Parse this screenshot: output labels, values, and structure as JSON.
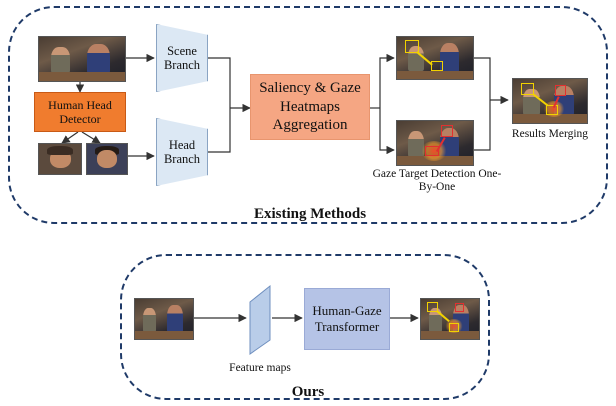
{
  "existing": {
    "title": "Existing Methods",
    "head_detector": "Human Head Detector",
    "scene_branch": "Scene Branch",
    "head_branch": "Head Branch",
    "aggregation": "Saliency & Gaze Heatmaps Aggregation",
    "detection_caption": "Gaze Target Detection One-By-One",
    "merging_caption": "Results Merging"
  },
  "ours": {
    "title": "Ours",
    "transformer": "Human-Gaze Transformer",
    "feature_maps": "Feature maps"
  },
  "colors": {
    "frame": "#1f3a68",
    "detector": "#f07c2e",
    "aggregation": "#f5a683",
    "branch": "#dce8f4",
    "transformer": "#b5c3e6",
    "gaze_box": "#f2d200",
    "gaze_box_alt": "#e23030"
  }
}
